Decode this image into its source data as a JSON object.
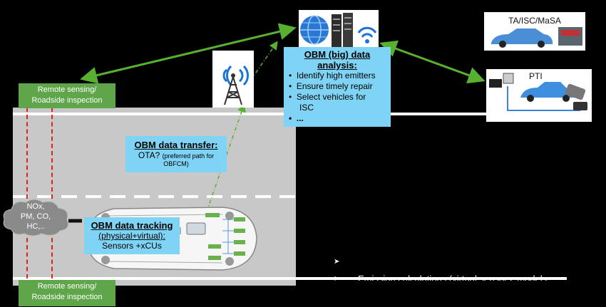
{
  "remote_top": {
    "line1": "Remote sensing/",
    "line2": "Roadside inspection"
  },
  "remote_bottom": {
    "line1": "Remote sensing/",
    "line2": "Roadside inspection"
  },
  "analysis": {
    "title_line1": "OBM (big) data",
    "title_line2": "analysis:",
    "items": [
      "Identify high emitters",
      "Ensure timely repair",
      "Select vehicles for",
      "ISC",
      "..."
    ]
  },
  "transfer": {
    "title": "OBM data transfer:",
    "line2_a": "OTA?",
    "line2_b": "(preferred path for",
    "line3": "OBFCM)"
  },
  "tracking": {
    "title": "OBM data tracking",
    "line2": "(physical+virtual):",
    "line3": "Sensors +xCUs"
  },
  "pollutants": {
    "line1": "NOx,",
    "line2": "PM, CO,",
    "line3": "HC,.."
  },
  "ta_label": "TA/ISC/MaSA",
  "pti_label": "PTI",
  "bottom_text": "Emission calculations (virtual sensors, models",
  "colors": {
    "green_box": "#5fa54a",
    "cyan_box": "#7fd3f4",
    "arrow_green": "#58b030",
    "road": "#c8c8c8",
    "red_line": "#e02020"
  },
  "icons": [
    "antenna-tower-icon",
    "globe-icon",
    "server-icon",
    "wifi-icon",
    "cloud-icon",
    "car-icon",
    "obd-connector-icon"
  ]
}
